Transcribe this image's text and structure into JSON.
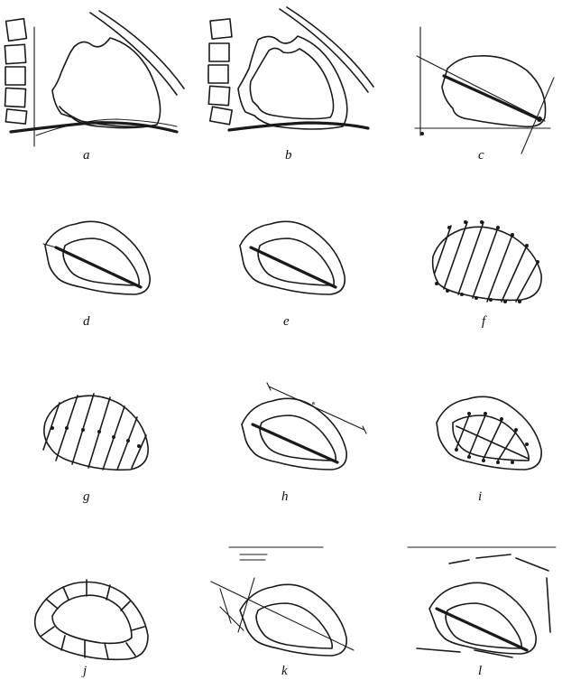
{
  "panels": [
    {
      "id": "a",
      "label": "a"
    },
    {
      "id": "b",
      "label": "b"
    },
    {
      "id": "c",
      "label": "c"
    },
    {
      "id": "d",
      "label": "d"
    },
    {
      "id": "e",
      "label": "e"
    },
    {
      "id": "f",
      "label": "f"
    },
    {
      "id": "g",
      "label": "g"
    },
    {
      "id": "h",
      "label": "h"
    },
    {
      "id": "i",
      "label": "i"
    },
    {
      "id": "j",
      "label": "j"
    },
    {
      "id": "k",
      "label": "k"
    },
    {
      "id": "l",
      "label": "l"
    }
  ]
}
